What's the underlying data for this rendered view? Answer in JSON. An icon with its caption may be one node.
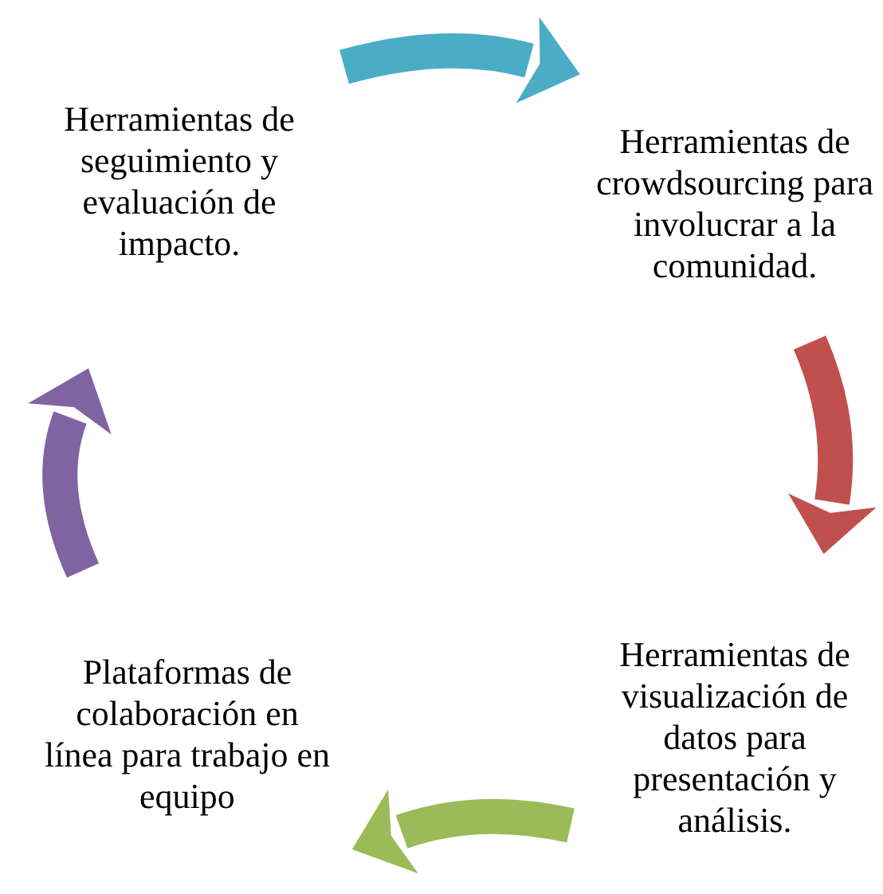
{
  "diagram": {
    "nodes": [
      {
        "text": [
          "Herramientas de seguimiento y evaluación de impacto."
        ]
      },
      {
        "text": [
          "Herramientas de crowdsourcing para involucrar a la comunidad."
        ]
      },
      {
        "text": [
          "Herramientas de visualización de datos para presentación y análisis."
        ]
      },
      {
        "text": [
          "Plataformas de colaboración en línea para trabajo en equipo"
        ]
      }
    ],
    "edges": [
      {
        "from": 0,
        "to": 1,
        "arrow": "to",
        "color": "#4bacc6"
      },
      {
        "from": 1,
        "to": 2,
        "arrow": "to",
        "color": "#c0504d"
      },
      {
        "from": 2,
        "to": 3,
        "arrow": "to",
        "color": "#9bbb59"
      },
      {
        "from": 3,
        "to": 0,
        "arrow": "to",
        "color": "#8064a2"
      }
    ]
  }
}
